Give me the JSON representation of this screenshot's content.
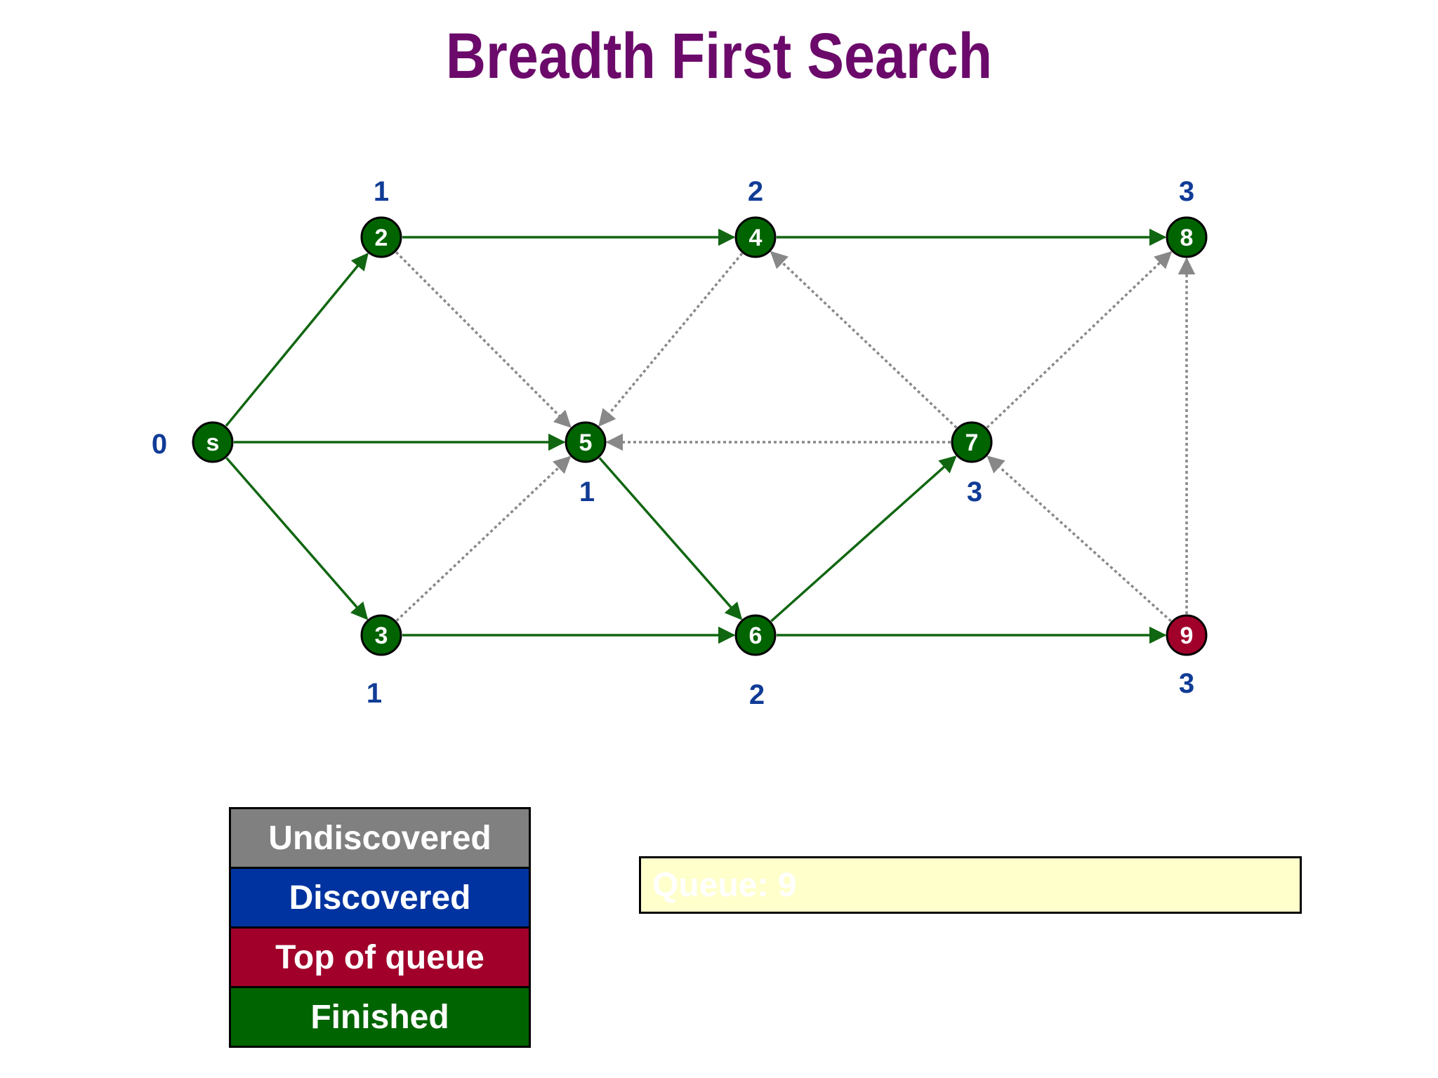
{
  "title": "Breadth First Search",
  "colors": {
    "title": "#6b0a6b",
    "distance_label": "#103c96",
    "finished": "#006400",
    "top_of_queue": "#a0002a",
    "discovered": "#0033a0",
    "undiscovered": "#808080",
    "tree_edge": "#116611",
    "non_tree_edge": "#888888",
    "queue_bg": "#ffffcc"
  },
  "nodes": [
    {
      "id": "s",
      "label": "s",
      "distance": "0",
      "state": "finished"
    },
    {
      "id": "2",
      "label": "2",
      "distance": "1",
      "state": "finished"
    },
    {
      "id": "3",
      "label": "3",
      "distance": "1",
      "state": "finished"
    },
    {
      "id": "4",
      "label": "4",
      "distance": "2",
      "state": "finished"
    },
    {
      "id": "5",
      "label": "5",
      "distance": "1",
      "state": "finished"
    },
    {
      "id": "6",
      "label": "6",
      "distance": "2",
      "state": "finished"
    },
    {
      "id": "7",
      "label": "7",
      "distance": "3",
      "state": "finished"
    },
    {
      "id": "8",
      "label": "8",
      "distance": "3",
      "state": "finished"
    },
    {
      "id": "9",
      "label": "9",
      "distance": "3",
      "state": "top_of_queue"
    }
  ],
  "edges": [
    {
      "from": "s",
      "to": "2",
      "tree": true
    },
    {
      "from": "s",
      "to": "5",
      "tree": true
    },
    {
      "from": "s",
      "to": "3",
      "tree": true
    },
    {
      "from": "2",
      "to": "4",
      "tree": true
    },
    {
      "from": "4",
      "to": "8",
      "tree": true
    },
    {
      "from": "3",
      "to": "6",
      "tree": true
    },
    {
      "from": "5",
      "to": "6",
      "tree": true
    },
    {
      "from": "6",
      "to": "7",
      "tree": true
    },
    {
      "from": "6",
      "to": "9",
      "tree": true
    },
    {
      "from": "2",
      "to": "5",
      "tree": false
    },
    {
      "from": "4",
      "to": "5",
      "tree": false
    },
    {
      "from": "3",
      "to": "5",
      "tree": false
    },
    {
      "from": "7",
      "to": "5",
      "tree": false
    },
    {
      "from": "7",
      "to": "4",
      "tree": false
    },
    {
      "from": "7",
      "to": "8",
      "tree": false
    },
    {
      "from": "9",
      "to": "7",
      "tree": false
    },
    {
      "from": "9",
      "to": "8",
      "tree": false
    }
  ],
  "legend": [
    {
      "label": "Undiscovered",
      "color": "#808080"
    },
    {
      "label": "Discovered",
      "color": "#0033a0"
    },
    {
      "label": "Top of queue",
      "color": "#a0002a"
    },
    {
      "label": "Finished",
      "color": "#006400"
    }
  ],
  "queue": {
    "text": "Queue: 9"
  }
}
